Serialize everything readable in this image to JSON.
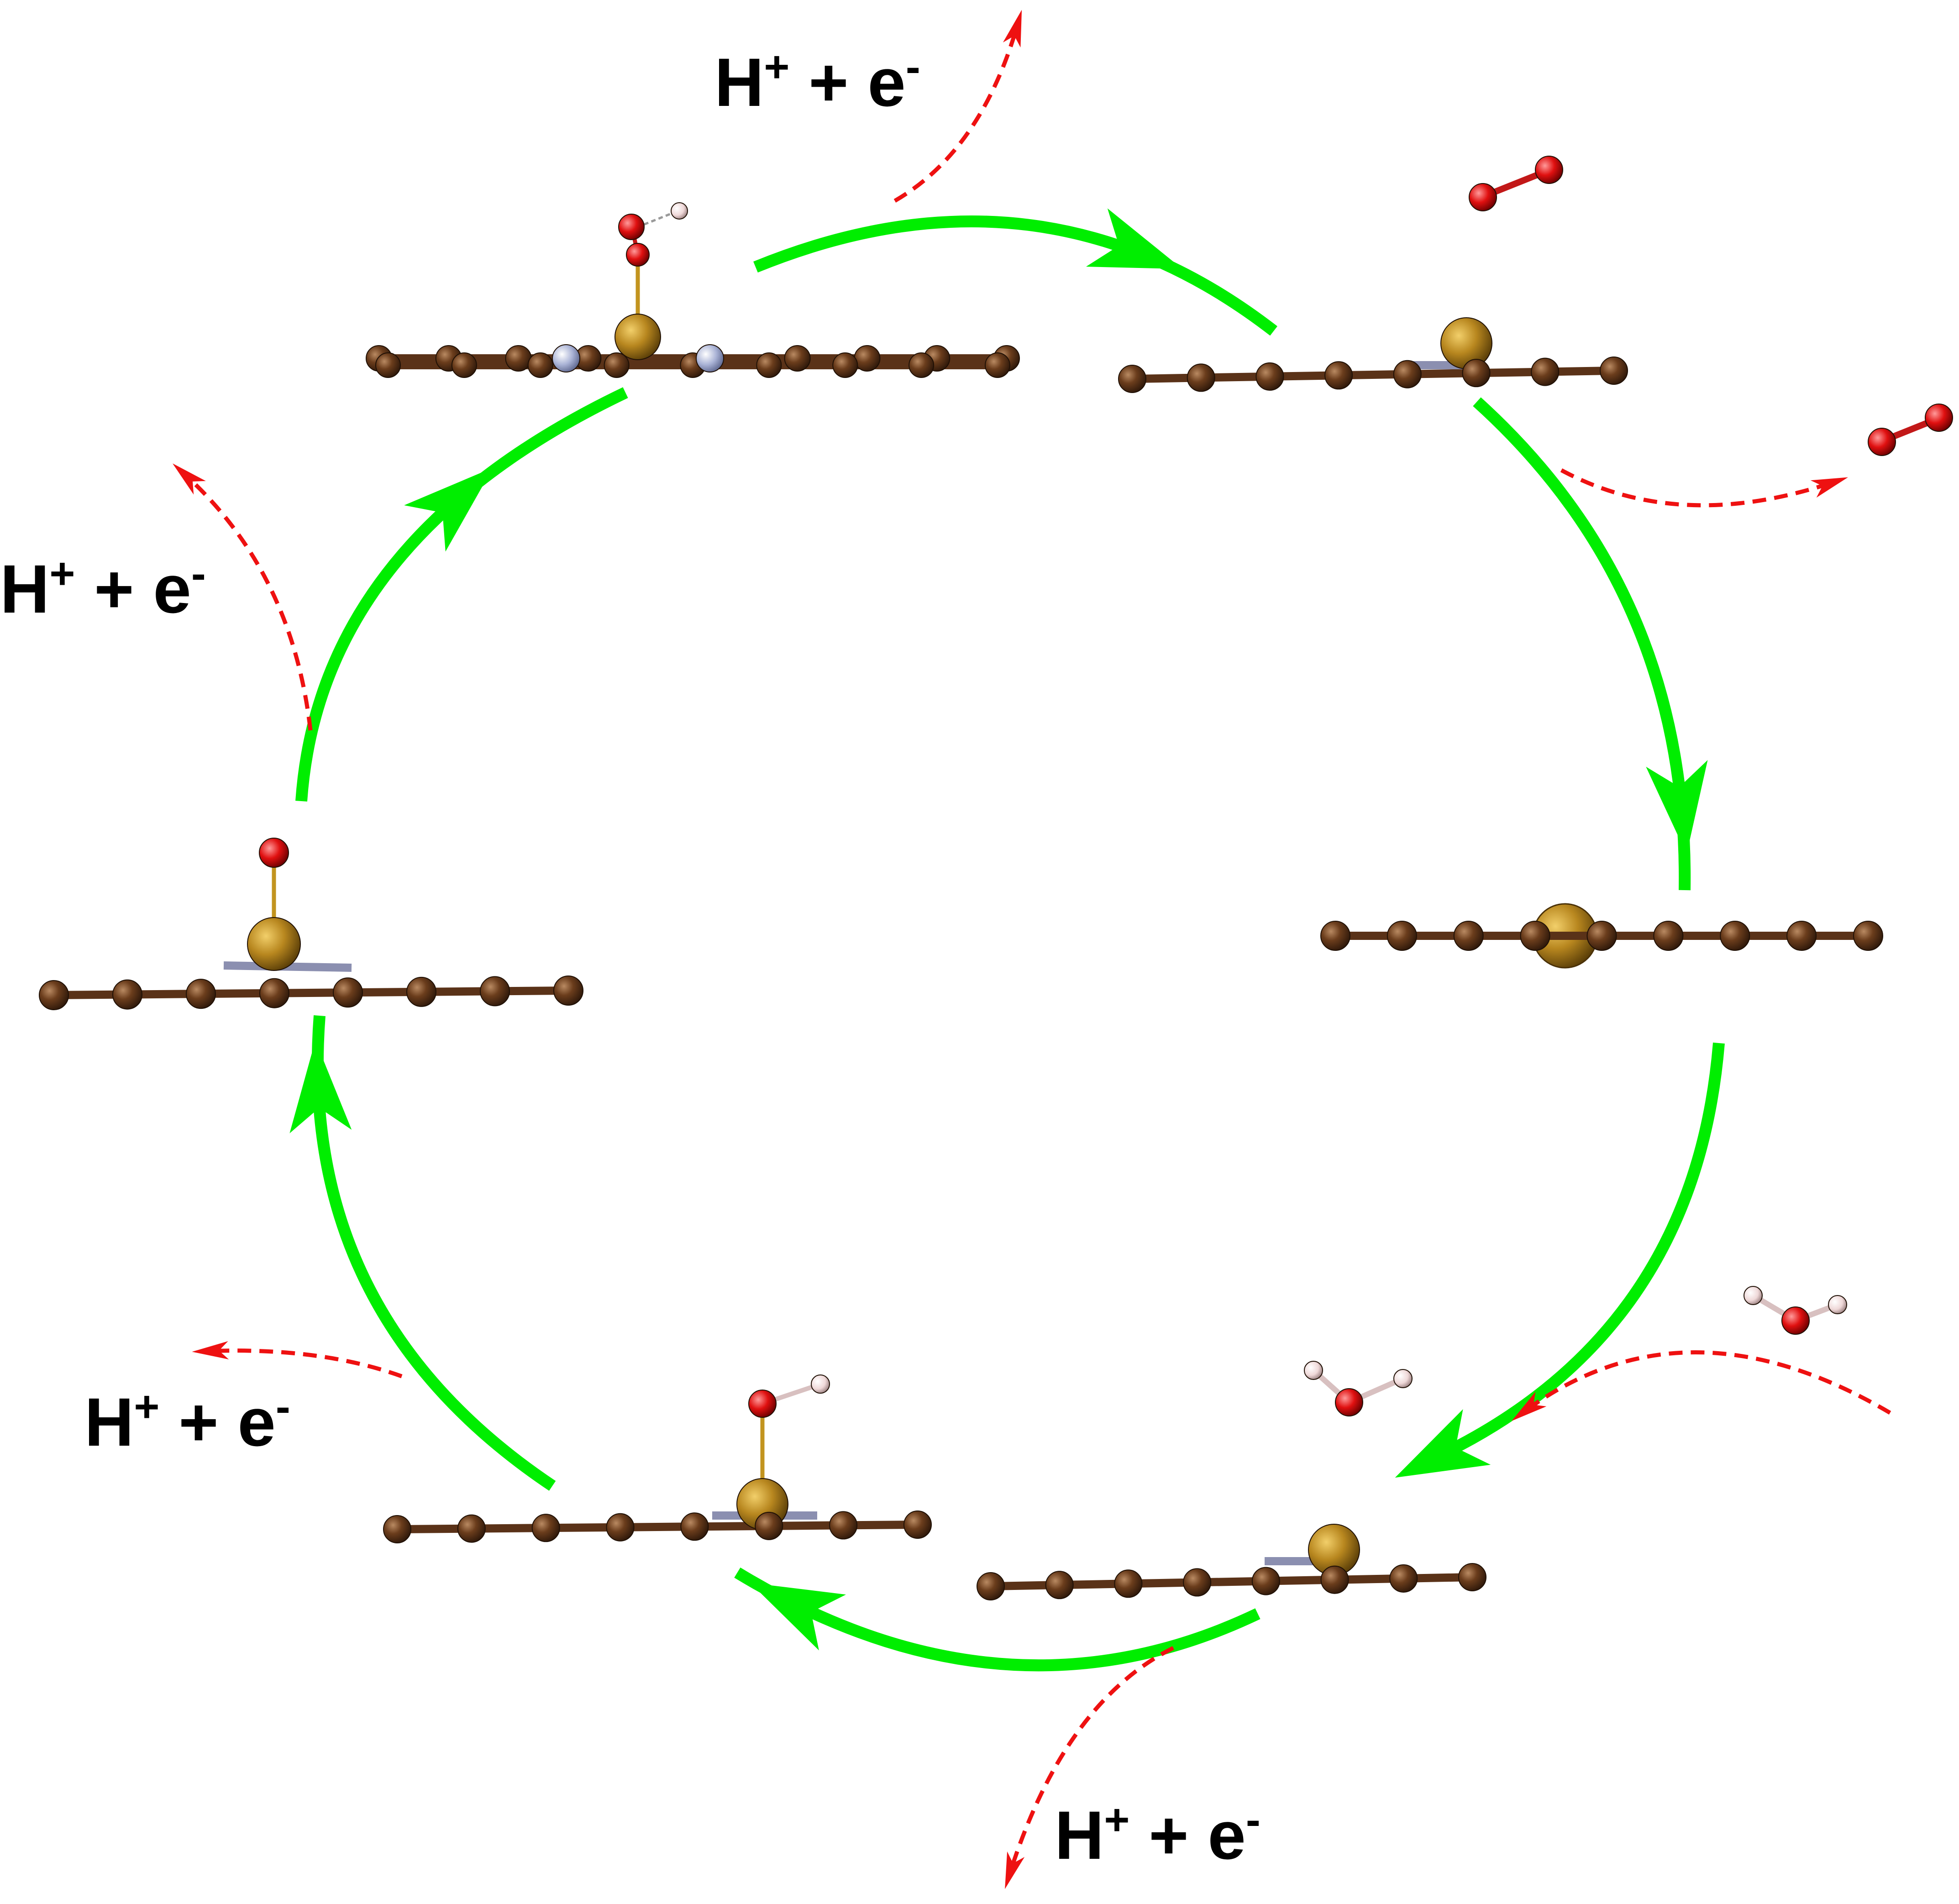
{
  "diagram": {
    "labels": [
      {
        "id": "label-top",
        "h": "H",
        "h_charge": "+",
        "plus": "+",
        "e": "e",
        "e_charge": "-"
      },
      {
        "id": "label-left",
        "h": "H",
        "h_charge": "+",
        "plus": "+",
        "e": "e",
        "e_charge": "-"
      },
      {
        "id": "label-lower-left",
        "h": "H",
        "h_charge": "+",
        "plus": "+",
        "e": "e",
        "e_charge": "-"
      },
      {
        "id": "label-bottom",
        "h": "H",
        "h_charge": "+",
        "plus": "+",
        "e": "e",
        "e_charge": "-"
      }
    ],
    "colors": {
      "cycle_arrow": "#00ee00",
      "dashed_arrow": "#ee1111",
      "carbon": "#6b3d1c",
      "metal": "#b8871f",
      "nitrogen": "#b0b8d8",
      "oxygen": "#e01010",
      "hydrogen": "#f0dada"
    },
    "structures": [
      "OOH-adsorbed",
      "bare-catalyst-with-O2",
      "bare-catalyst-top-view",
      "bare-catalyst-with-H2O",
      "OH-adsorbed",
      "O-adsorbed"
    ]
  }
}
